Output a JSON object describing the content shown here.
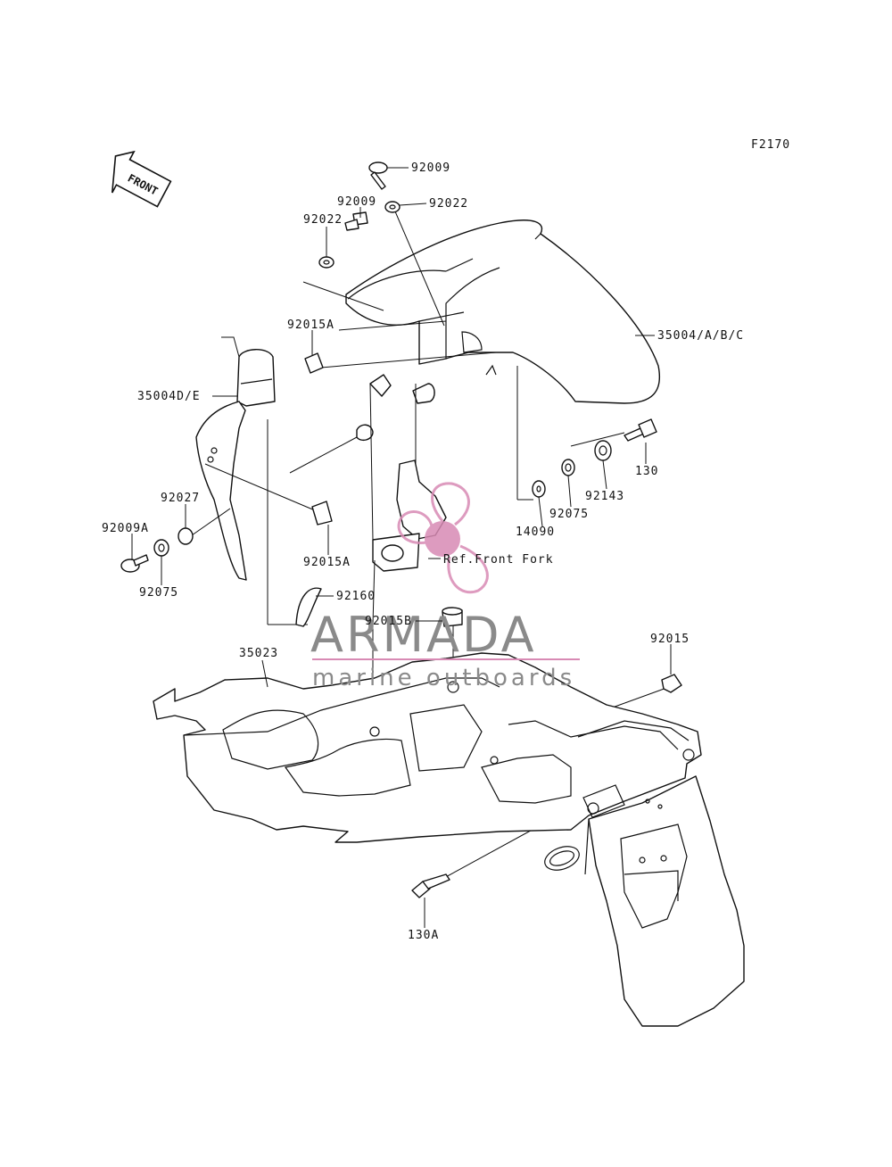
{
  "figure_code": "F2170",
  "direction_badge": "FRONT",
  "ref_note": "Ref.Front Fork",
  "watermark": {
    "brand": "ARMADA",
    "tagline": "marine outboards",
    "accent_color": "#d88ab4",
    "text_color": "#8a8a8a"
  },
  "callouts": {
    "c_92009_top": "92009",
    "c_92022_right": "92022",
    "c_92009_mid": "92009",
    "c_92022_left": "92022",
    "c_92015A_top": "92015A",
    "c_35004ABC": "35004/A/B/C",
    "c_35004DE": "35004D/E",
    "c_130": "130",
    "c_92143": "92143",
    "c_92075_right": "92075",
    "c_14090": "14090",
    "c_92027": "92027",
    "c_92009A": "92009A",
    "c_92075_left": "92075",
    "c_92015A_low": "92015A",
    "c_92160": "92160",
    "c_92015B": "92015B",
    "c_35023": "35023",
    "c_92015": "92015",
    "c_130A": "130A"
  }
}
